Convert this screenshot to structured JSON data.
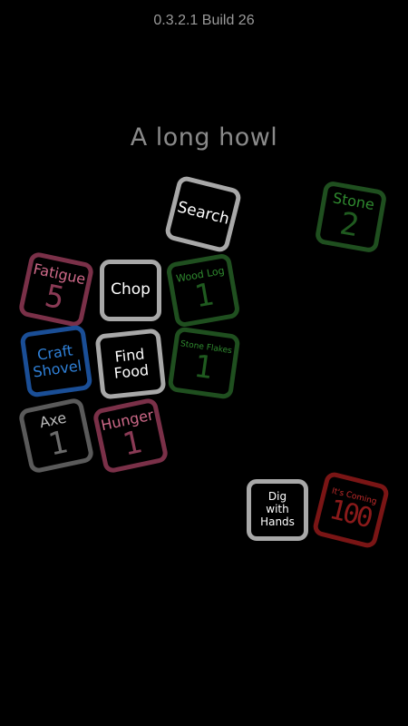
{
  "version": "0.3.2.1 Build 26",
  "message": "A long howl",
  "cards": {
    "search": {
      "label": "Search",
      "color": "#a0a0a0"
    },
    "stone": {
      "label": "Stone",
      "count": "2",
      "color": "#1f5a1f"
    },
    "fatigue": {
      "label": "Fatigue",
      "count": "5",
      "color": "#8a3a55"
    },
    "chop": {
      "label": "Chop",
      "color": "#a0a0a0"
    },
    "wood_log": {
      "label": "Wood Log",
      "count": "1",
      "color": "#1f5a1f"
    },
    "craft_shovel": {
      "label": "Craft\nShovel",
      "color": "#1a5aa8"
    },
    "find_food": {
      "label": "Find\nFood",
      "color": "#a0a0a0"
    },
    "stone_flakes": {
      "label": "Stone Flakes",
      "count": "1",
      "color": "#1f5a1f"
    },
    "axe": {
      "label": "Axe",
      "count": "1",
      "color": "#7a7a7a"
    },
    "hunger": {
      "label": "Hunger",
      "count": "1",
      "color": "#8a3a55"
    },
    "dig": {
      "label": "Dig\nwith\nHands",
      "color": "#a0a0a0"
    },
    "its_coming": {
      "label": "It's Coming",
      "count": "100",
      "color": "#8a1a1a"
    }
  }
}
